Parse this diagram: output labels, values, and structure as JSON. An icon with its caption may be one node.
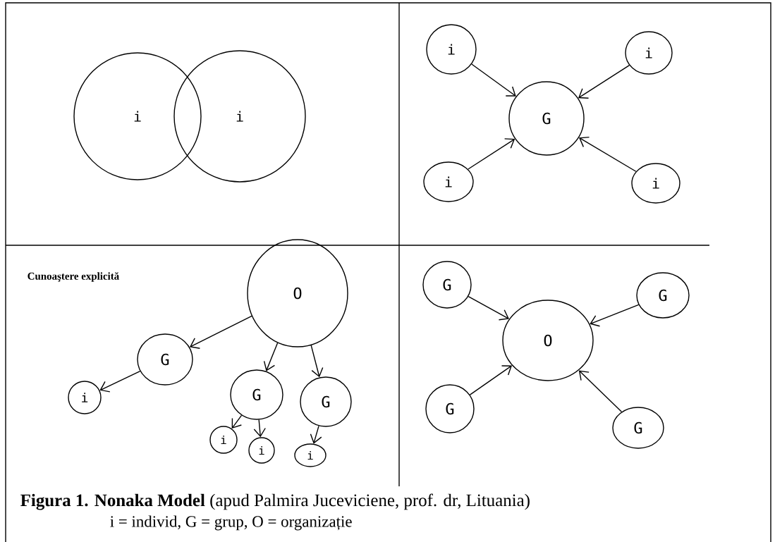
{
  "diagram": {
    "caption": "**Figura 1. Nonaka Model** (apud Palmira Juceviciene, prof. dr, Lituania)",
    "nodes": [
      {
        "text": [
          "i"
        ]
      },
      {
        "text": [
          "i"
        ]
      },
      {
        "text": [
          "i"
        ]
      },
      {
        "text": [
          "i"
        ]
      },
      {
        "text": [
          "G"
        ]
      },
      {
        "text": [
          "i"
        ]
      },
      {
        "text": [
          "i"
        ]
      },
      {
        "text": [
          "O"
        ]
      },
      {
        "text": [
          "G"
        ]
      },
      {
        "text": [
          "i"
        ]
      },
      {
        "text": [
          "G"
        ]
      },
      {
        "text": [
          "G"
        ]
      },
      {
        "text": [
          "i"
        ]
      },
      {
        "text": [
          "i"
        ]
      },
      {
        "text": [
          "i"
        ]
      },
      {
        "text": [
          "O"
        ]
      },
      {
        "text": [
          "G"
        ]
      },
      {
        "text": [
          "G"
        ]
      },
      {
        "text": [
          "G"
        ]
      },
      {
        "text": [
          "G"
        ]
      }
    ],
    "edges": [
      {
        "from": 2,
        "to": 4,
        "arrow": "to"
      },
      {
        "from": 3,
        "to": 4,
        "arrow": "to"
      },
      {
        "from": 5,
        "to": 4,
        "arrow": "to"
      },
      {
        "from": 6,
        "to": 4,
        "arrow": "to"
      },
      {
        "from": 7,
        "to": 8,
        "arrow": "to"
      },
      {
        "from": 8,
        "to": 9,
        "arrow": "to"
      },
      {
        "from": 7,
        "to": 10,
        "arrow": "to"
      },
      {
        "from": 7,
        "to": 11,
        "arrow": "to"
      },
      {
        "from": 10,
        "to": 12,
        "arrow": "to"
      },
      {
        "from": 10,
        "to": 13,
        "arrow": "to"
      },
      {
        "from": 11,
        "to": 14,
        "arrow": "to"
      },
      {
        "from": 16,
        "to": 15,
        "arrow": "to"
      },
      {
        "from": 17,
        "to": 15,
        "arrow": "to"
      },
      {
        "from": 18,
        "to": 15,
        "arrow": "to"
      },
      {
        "from": 19,
        "to": 15,
        "arrow": "to"
      }
    ],
    "labels": [
      "Cunoaştere explicită",
      "i = individ, G = grup, O = organizație"
    ]
  }
}
